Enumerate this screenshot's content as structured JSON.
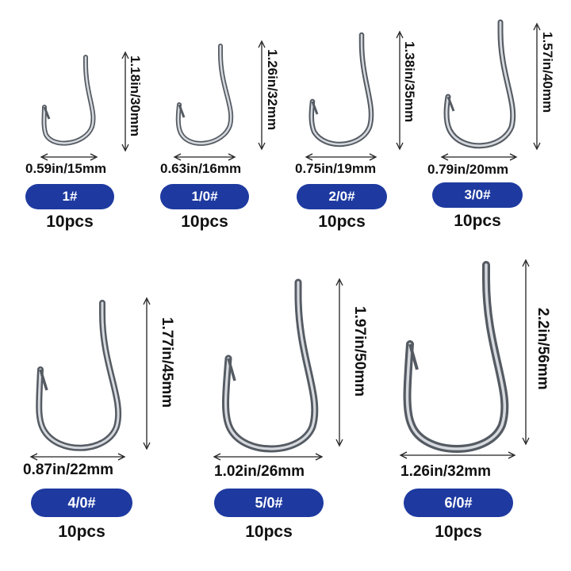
{
  "hooks": [
    {
      "size": "1#",
      "width": "0.59in/15mm",
      "height": "1.18in/30mm",
      "qty": "10pcs"
    },
    {
      "size": "1/0#",
      "width": "0.63in/16mm",
      "height": "1.26in/32mm",
      "qty": "10pcs"
    },
    {
      "size": "2/0#",
      "width": "0.75in/19mm",
      "height": "1.38in/35mm",
      "qty": "10pcs"
    },
    {
      "size": "3/0#",
      "width": "0.79in/20mm",
      "height": "1.57in/40mm",
      "qty": "10pcs"
    },
    {
      "size": "4/0#",
      "width": "0.87in/22mm",
      "height": "1.77in/45mm",
      "qty": "10pcs"
    },
    {
      "size": "5/0#",
      "width": "1.02in/26mm",
      "height": "1.97in/50mm",
      "qty": "10pcs"
    },
    {
      "size": "6/0#",
      "width": "1.26in/32mm",
      "height": "2.2in/56mm",
      "qty": "10pcs"
    }
  ],
  "colors": {
    "badge": "#1e3aa0",
    "hook_steel": "#8a8f98",
    "text": "#111111"
  }
}
